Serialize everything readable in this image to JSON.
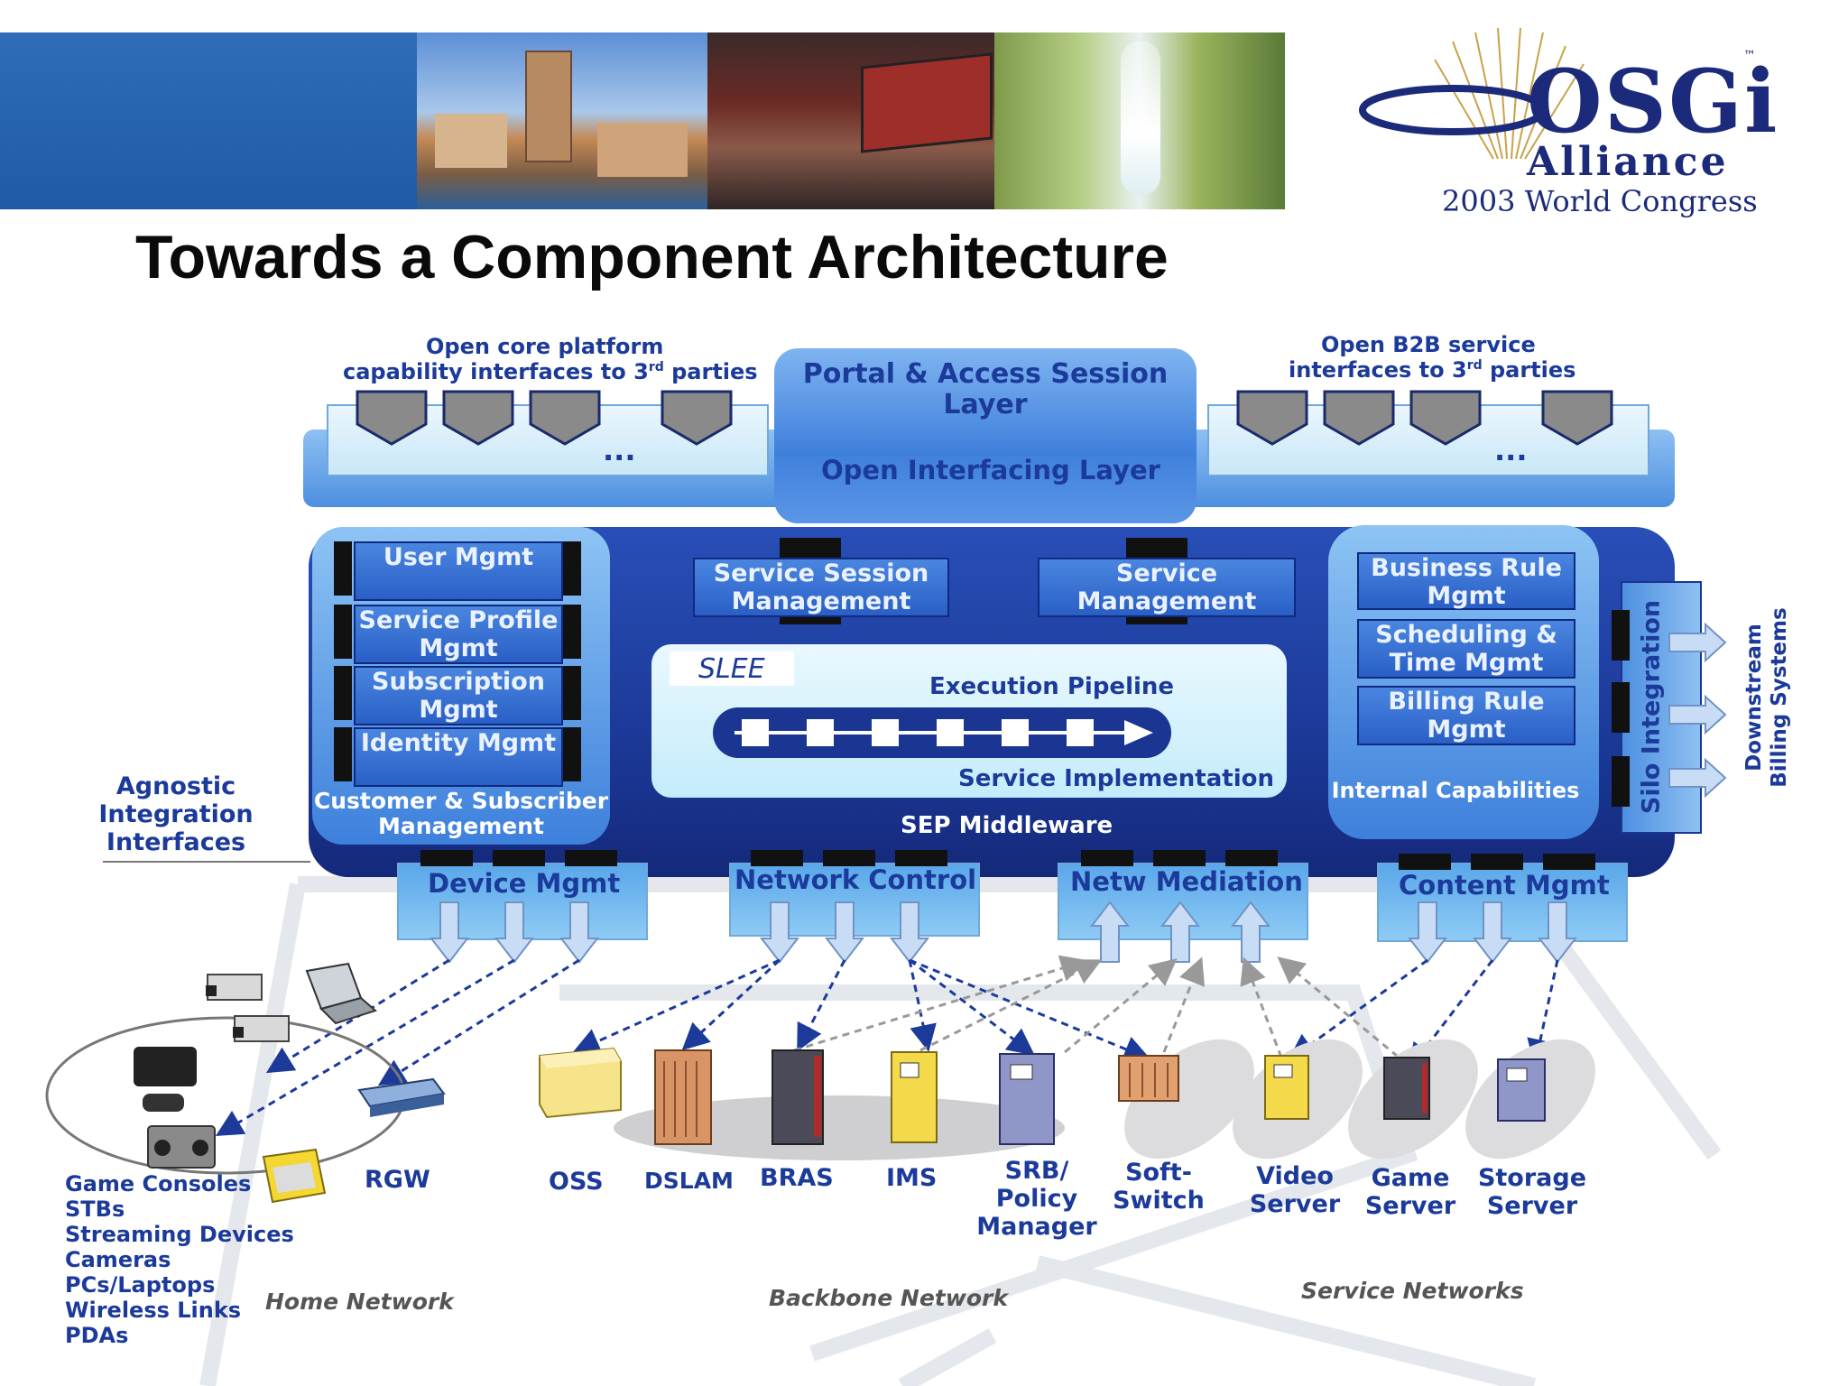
{
  "header": {
    "logo": {
      "brand": "OSGi",
      "alliance": "Alliance",
      "event": "2003 World Congress",
      "tm": "™"
    },
    "title": "Towards a Component Architecture"
  },
  "top": {
    "left_caption_1": "Open core platform",
    "left_caption_2": "capability interfaces to 3",
    "left_caption_sup": "rd",
    "left_caption_3": " parties",
    "right_caption_1": "Open B2B service",
    "right_caption_2": "interfaces to 3",
    "right_caption_sup": "rd",
    "right_caption_3": " parties",
    "portal": "Portal & Access Session Layer",
    "interfacing": "Open Interfacing Layer",
    "ellipsis": "..."
  },
  "middleware": {
    "customer_modules": [
      "User Mgmt",
      "Service Profile Mgmt",
      "Subscription Mgmt",
      "Identity Mgmt"
    ],
    "customer_caption": "Customer & Subscriber Management",
    "service_session": "Service Session Management",
    "service_mgmt": "Service Management",
    "slee": "SLEE",
    "execution": "Execution Pipeline",
    "implementation": "Service Implementation",
    "sep": "SEP Middleware",
    "internal_modules": [
      "Business Rule Mgmt",
      "Scheduling & Time Mgmt",
      "Billing Rule Mgmt"
    ],
    "internal_caption": "Internal Capabilities",
    "silo": "Silo Integration",
    "downstream_1": "Downstream",
    "downstream_2": "Billing Systems",
    "agnostic": "Agnostic Integration Interfaces"
  },
  "lower": {
    "device": "Device Mgmt",
    "network": "Network Control",
    "mediation": "Netw Mediation",
    "content": "Content Mgmt"
  },
  "devices": {
    "home_list": [
      "Game Consoles",
      "STBs",
      "Streaming Devices",
      "Cameras",
      "PCs/Laptops",
      "Wireless Links",
      "PDAs"
    ],
    "rgw": "RGW",
    "oss": "OSS",
    "dslam": "DSLAM",
    "bras": "BRAS",
    "ims": "IMS",
    "srb": "SRB/ Policy Manager",
    "softswitch": "Soft- Switch",
    "video": "Video Server",
    "game": "Game Server",
    "storage": "Storage Server"
  },
  "networks": {
    "home": "Home Network",
    "backbone": "Backbone Network",
    "service": "Service Networks"
  },
  "colors": {
    "navy": "#1b3a9a",
    "banner": "#1f5aa6",
    "middleware": "#1d3fa8",
    "gold": "#c9a24a"
  }
}
